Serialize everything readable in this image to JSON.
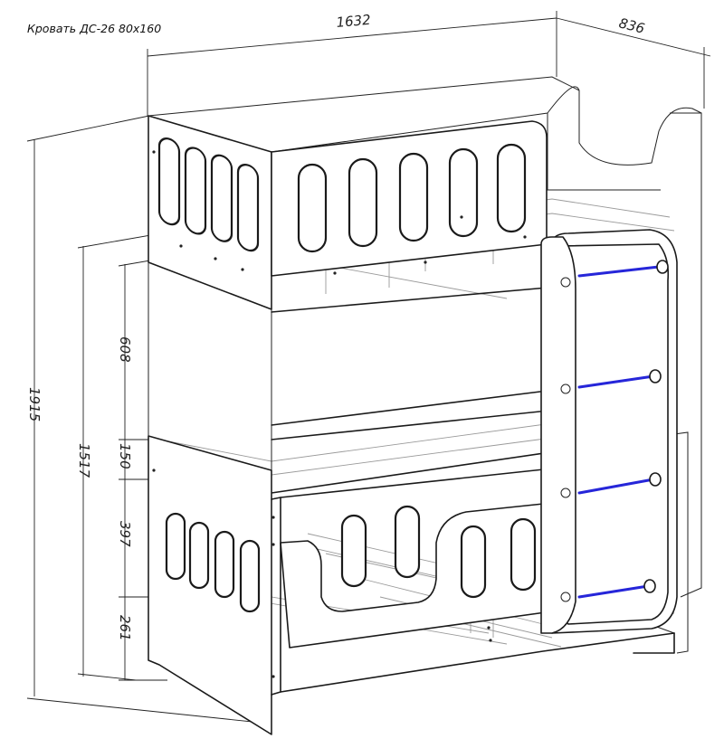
{
  "title": "Кровать ДС-26 80х160",
  "colors": {
    "line": "#1a1a1a",
    "hidden": "#9a9a9a",
    "rung": "#2626d9"
  },
  "dimensions": {
    "width": "1632",
    "depth": "836",
    "height": "1915",
    "upper_deck_height": "1517",
    "upper_guard": "608",
    "deck_thickness": "150",
    "lower_guard": "397",
    "lower_clearance": "261"
  }
}
